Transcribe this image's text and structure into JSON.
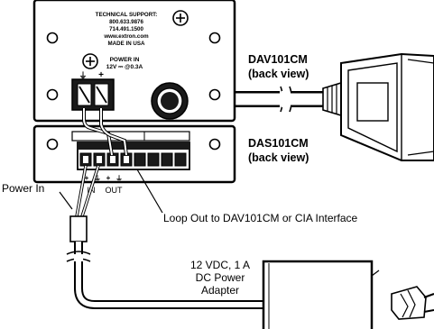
{
  "panel_top": {
    "support_lines": [
      "TECHNICAL SUPPORT:",
      "800.633.9876",
      "714.491.1500",
      "www.extron.com",
      "MADE IN USA"
    ],
    "power_lines": [
      "POWER IN",
      "12V ⎓ @0.3A"
    ],
    "terminal_marks": [
      "⏚",
      "+"
    ]
  },
  "panel_bottom": {
    "terminal_marks": [
      "+",
      "⏚",
      "+",
      "⏚"
    ],
    "terminal_group_labels": [
      "IN",
      "OUT"
    ]
  },
  "labels": {
    "dav_name": "DAV101CM",
    "dav_view": "(back view)",
    "das_name": "DAS101CM",
    "das_view": "(back view)",
    "power_in": "Power In",
    "loop_out": "Loop Out to DAV101CM or CIA Interface",
    "adapter_lines": [
      "12 VDC, 1 A",
      "DC Power",
      "Adapter"
    ]
  }
}
